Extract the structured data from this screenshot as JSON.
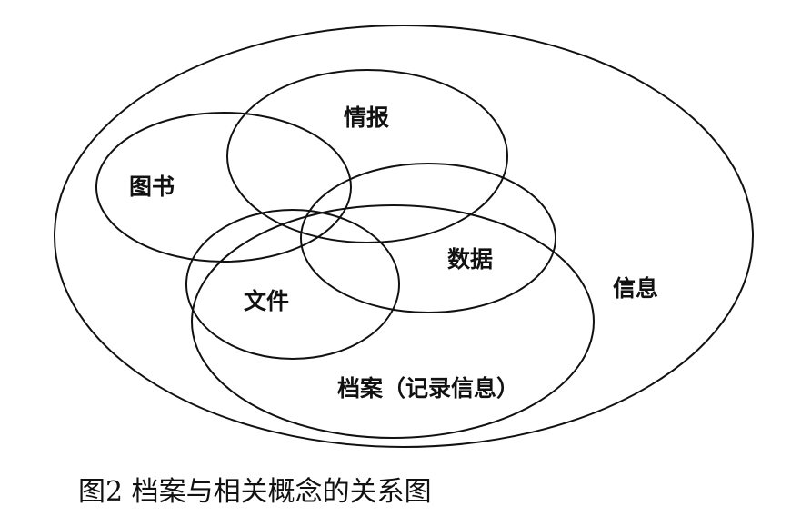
{
  "diagram": {
    "type": "venn",
    "regions": {
      "info": "信息",
      "intelligence": "情报",
      "books": "图书",
      "data": "数据",
      "documents": "文件",
      "archives": "档案（记录信息）"
    },
    "caption": "图2 档案与相关概念的关系图"
  },
  "colors": {
    "stroke": "#111111",
    "background": "#ffffff",
    "text": "#111111"
  }
}
